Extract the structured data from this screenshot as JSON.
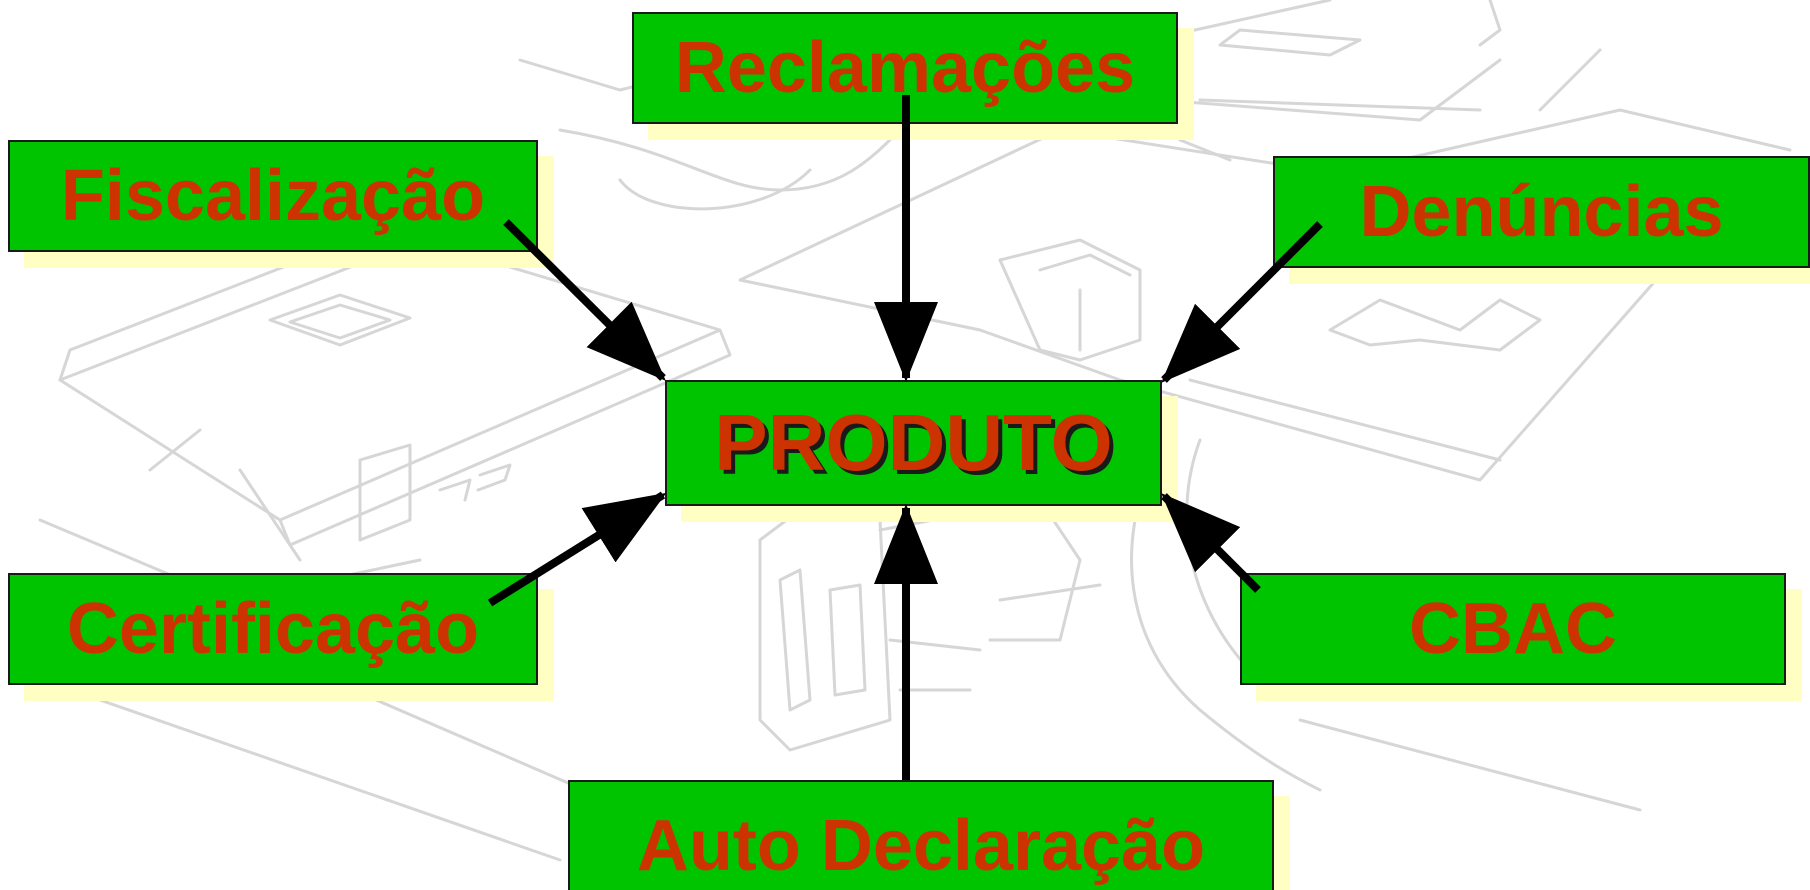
{
  "diagram": {
    "center": {
      "label": "PRODUTO"
    },
    "nodes": {
      "reclamacoes": "Reclamações",
      "fiscalizacao": "Fiscalização",
      "denuncias": "Denúncias",
      "certificacao": "Certificação",
      "cbac": "CBAC",
      "auto_declaracao": "Auto Declaração"
    }
  },
  "colors": {
    "box_fill": "#00c400",
    "box_shadow": "#ffffc4",
    "text": "#cc3300",
    "arrow": "#000000",
    "background_art": "#d4d4d4"
  }
}
